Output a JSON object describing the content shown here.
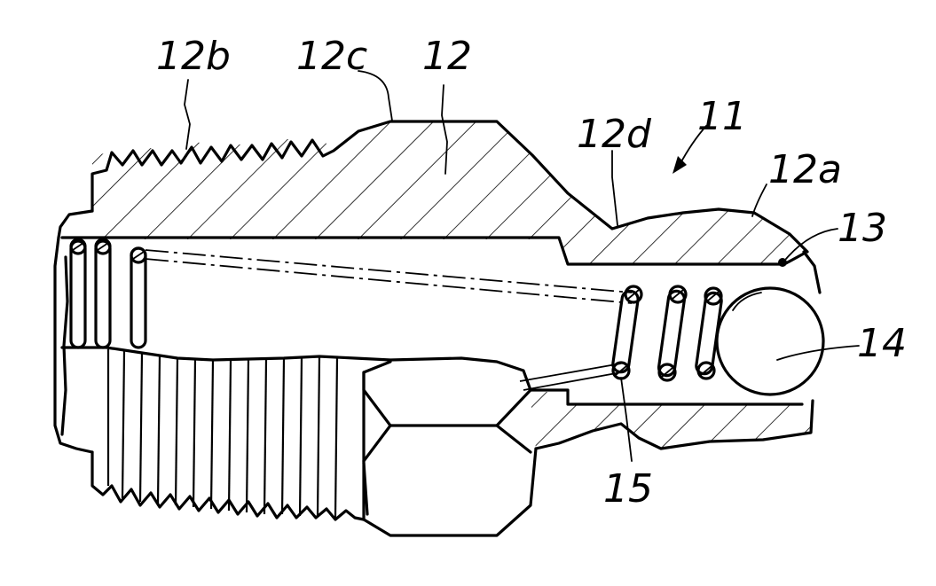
{
  "figure": {
    "labels": {
      "part_11": "11",
      "body_12": "12",
      "end_12a": "12a",
      "thread_12b": "12b",
      "hex_12c": "12c",
      "neck_12d": "12d",
      "seat_13": "13",
      "ball_14": "14",
      "spring_15": "15"
    }
  }
}
